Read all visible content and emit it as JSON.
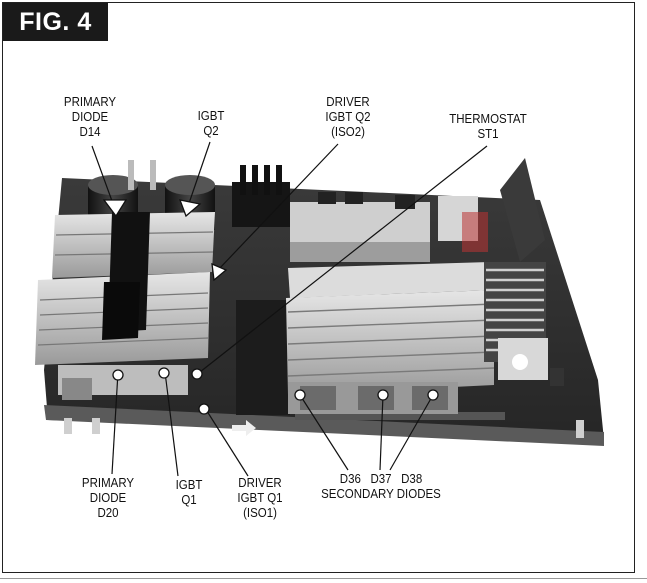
{
  "figure": {
    "tag": "FIG. 4"
  },
  "labels": {
    "primary_diode_d14": [
      "PRIMARY",
      "DIODE",
      "D14"
    ],
    "igbt_q2": [
      "IGBT",
      "Q2"
    ],
    "driver_igbt_q2": [
      "DRIVER",
      "IGBT Q2",
      "(ISO2)"
    ],
    "thermostat_st1": [
      "THERMOSTAT",
      "ST1"
    ],
    "primary_diode_d20": [
      "PRIMARY",
      "DIODE",
      "D20"
    ],
    "igbt_q1": [
      "IGBT",
      "Q1"
    ],
    "driver_igbt_q1": [
      "DRIVER",
      "IGBT Q1",
      "(ISO1)"
    ],
    "secondary_diodes": [
      "D36   D37   D38",
      "SECONDARY DIODES"
    ]
  },
  "colors": {
    "tag_bg": "#1a1a1a",
    "tag_text": "#ffffff",
    "label_text": "#111111"
  }
}
